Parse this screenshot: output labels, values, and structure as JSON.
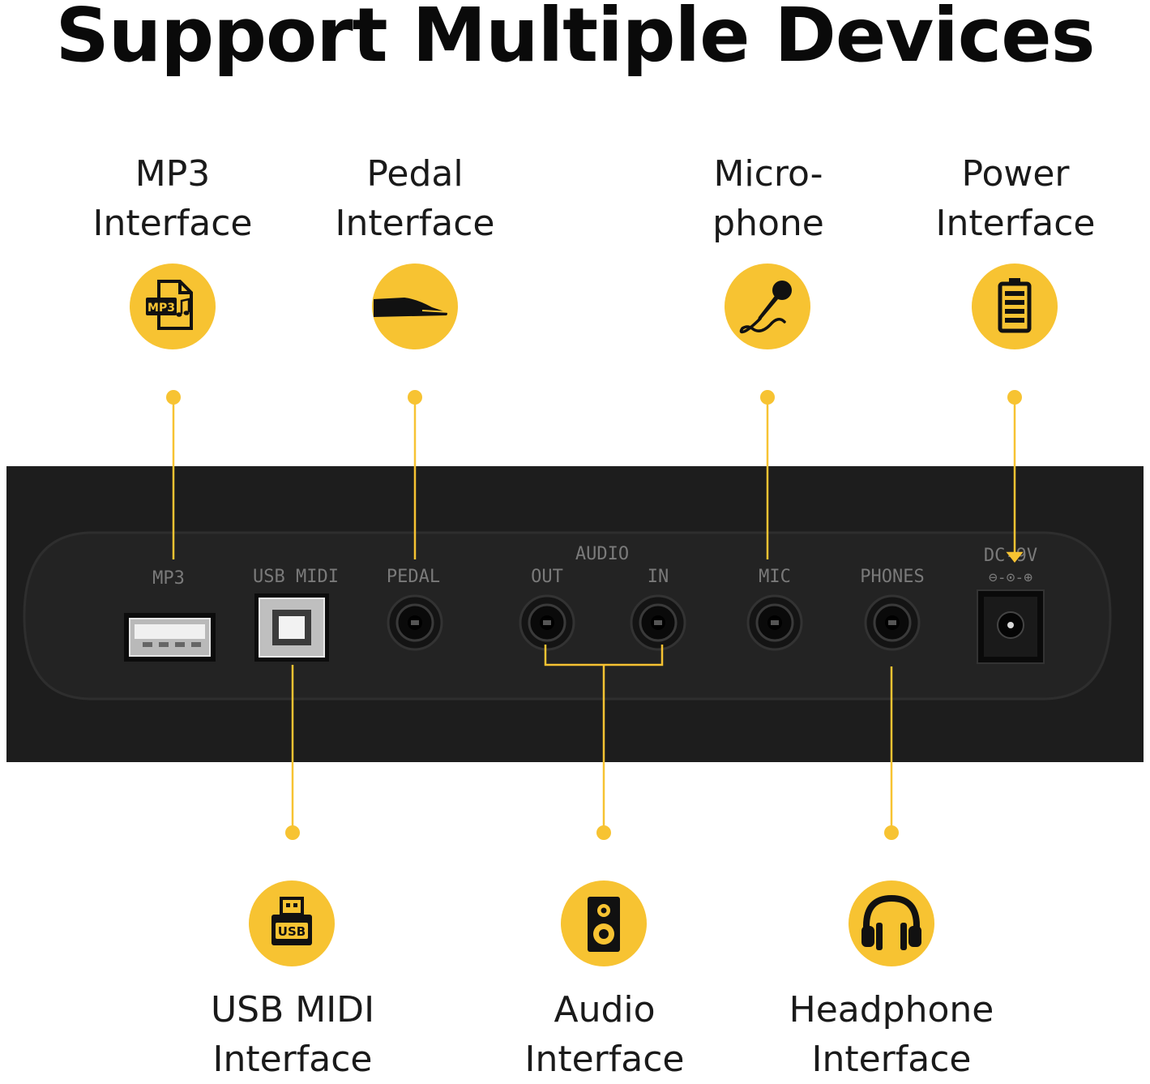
{
  "title": "Support Multiple Devices",
  "accent_color": "#f7c332",
  "top_callouts": [
    {
      "line1": "MP3",
      "line2": "Interface",
      "icon": "mp3-file-icon"
    },
    {
      "line1": "Pedal",
      "line2": "Interface",
      "icon": "sustain-pedal-icon"
    },
    {
      "line1": "Micro-",
      "line2": "phone",
      "icon": "microphone-icon"
    },
    {
      "line1": "Power",
      "line2": "Interface",
      "icon": "battery-icon"
    }
  ],
  "bottom_callouts": [
    {
      "line1": "USB MIDI",
      "line2": "Interface",
      "icon": "usb-drive-icon"
    },
    {
      "line1": "Audio",
      "line2": "Interface",
      "icon": "speaker-icon"
    },
    {
      "line1": "Headphone",
      "line2": "Interface",
      "icon": "headphones-icon"
    }
  ],
  "panel_labels": {
    "mp3": "MP3",
    "usb_midi": "USB MIDI",
    "pedal": "PEDAL",
    "audio": "AUDIO",
    "out": "OUT",
    "in": "IN",
    "mic": "MIC",
    "phones": "PHONES",
    "dc": "DC-9V",
    "polarity": "⊖-⊙-⊕"
  },
  "icon_text": {
    "mp3": "MP3",
    "usb": "USB"
  }
}
